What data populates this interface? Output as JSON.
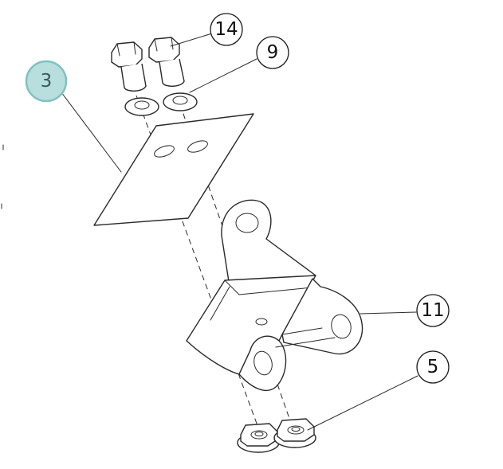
{
  "callouts": {
    "c3": "3",
    "c14": "14",
    "c9": "9",
    "c11": "11",
    "c5": "5"
  },
  "colors": {
    "highlight_fill": "#b8dede",
    "highlight_stroke": "#7fc2c2",
    "line": "#2a2a2a"
  }
}
